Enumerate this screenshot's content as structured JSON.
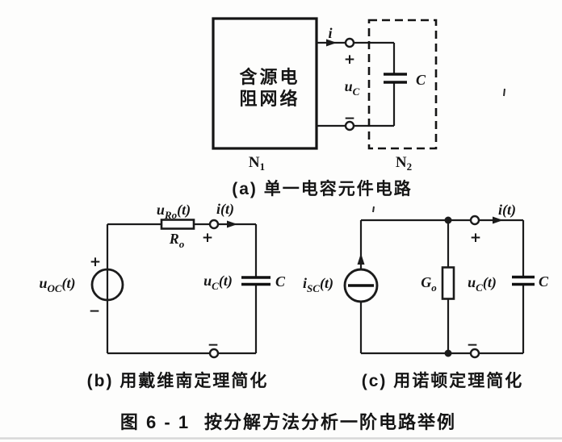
{
  "sym": {
    "plus": "+",
    "minus": "−"
  },
  "fig_a": {
    "box_label_line1": "含源电",
    "box_label_line2": "阻网络",
    "n1": {
      "base": "N",
      "sub": "1"
    },
    "n2": {
      "base": "N",
      "sub": "2"
    },
    "current": {
      "base": "i"
    },
    "uc": {
      "base": "u",
      "sub": "C"
    },
    "cap": "C",
    "caption": "(a) 单一电容元件电路"
  },
  "fig_b": {
    "uro": {
      "base": "u",
      "sub": "Ro",
      "suffix": "(t)"
    },
    "ro": {
      "base": "R",
      "sub": "o"
    },
    "it": {
      "base": "i",
      "suffix": "(t)"
    },
    "uoc": {
      "base": "u",
      "sub": "OC",
      "suffix": "(t)"
    },
    "uc": {
      "base": "u",
      "sub": "C",
      "suffix": "(t)"
    },
    "cap": "C",
    "caption": "(b) 用戴维南定理简化"
  },
  "fig_c": {
    "it": {
      "base": "i",
      "suffix": "(t)"
    },
    "isc": {
      "base": "i",
      "sub": "SC",
      "suffix": "(t)"
    },
    "go": {
      "base": "G",
      "sub": "o"
    },
    "uc": {
      "base": "u",
      "sub": "C",
      "suffix": "(t)"
    },
    "cap": "C",
    "caption": "(c) 用诺顿定理简化"
  },
  "figure_caption": {
    "label": "图 6 - 1",
    "text": "按分解方法分析一阶电路举例"
  }
}
